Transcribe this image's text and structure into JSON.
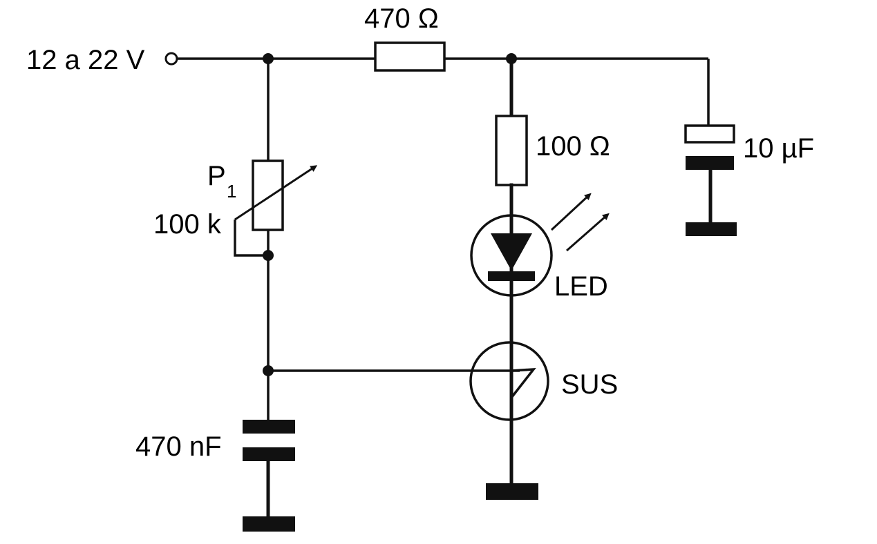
{
  "labels": {
    "supply": "12 a 22 V",
    "r_series": "470 Ω",
    "r_led": "100 Ω",
    "c_bulk": "10 µF",
    "pot_name": "P",
    "pot_sub": "1",
    "pot_value": "100 k",
    "led": "LED",
    "sus": "SUS",
    "c_timing": "470 nF"
  }
}
